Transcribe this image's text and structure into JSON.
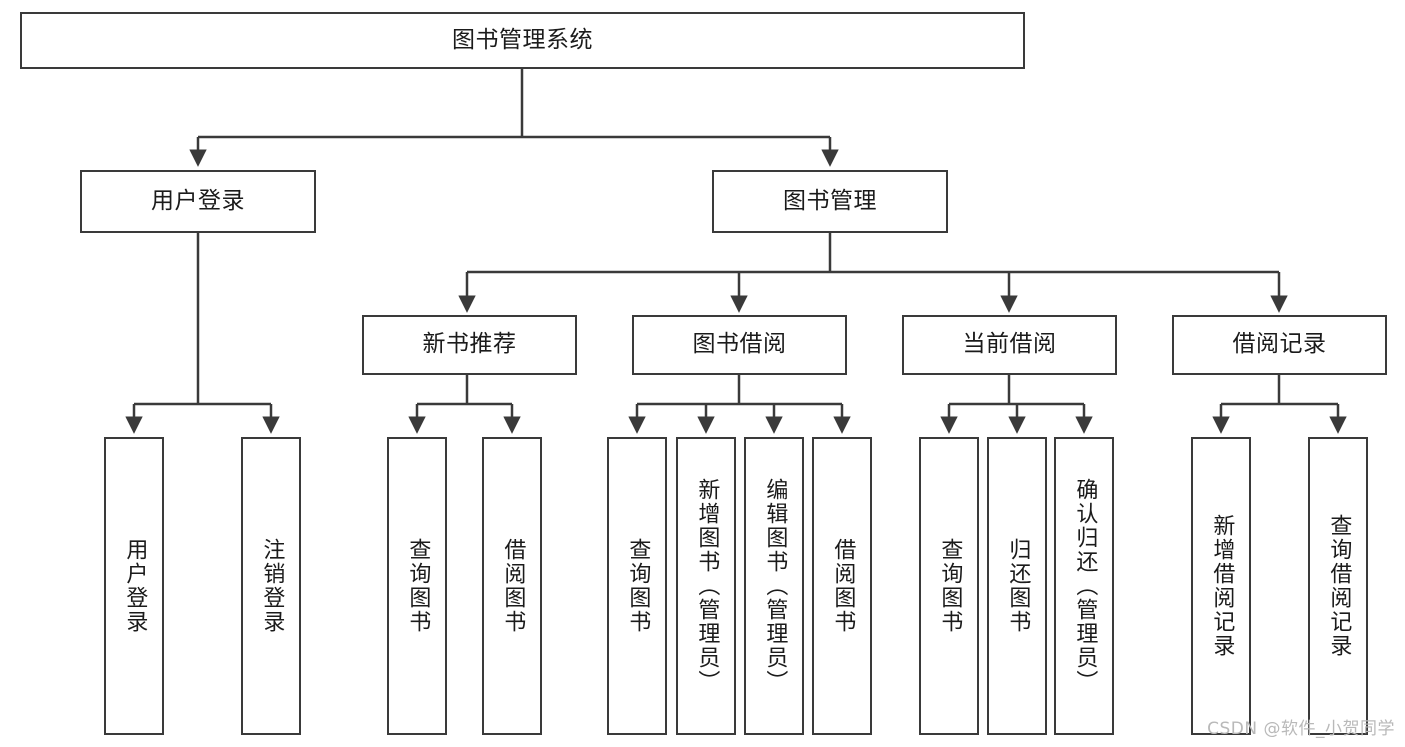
{
  "diagram": {
    "type": "tree",
    "title": "图书管理系统",
    "watermark": "CSDN @软件_小贺同学",
    "colors": {
      "stroke": "#3a3a3a",
      "fill": "#ffffff",
      "text": "#1b1b1b",
      "watermark": "#b9b9b9"
    },
    "nodes": {
      "root": {
        "label": "图书管理系统",
        "orientation": "horizontal"
      },
      "l2": [
        {
          "id": "user-login",
          "label": "用户登录",
          "orientation": "horizontal"
        },
        {
          "id": "book-manage",
          "label": "图书管理",
          "orientation": "horizontal"
        }
      ],
      "l3": [
        {
          "id": "new-book-recommend",
          "label": "新书推荐",
          "orientation": "horizontal"
        },
        {
          "id": "book-borrow",
          "label": "图书借阅",
          "orientation": "horizontal"
        },
        {
          "id": "current-borrow",
          "label": "当前借阅",
          "orientation": "horizontal"
        },
        {
          "id": "borrow-record",
          "label": "借阅记录",
          "orientation": "horizontal"
        }
      ],
      "leaves": {
        "user-login": [
          {
            "id": "leaf-user-login",
            "label": "用户登录",
            "orientation": "vertical"
          },
          {
            "id": "leaf-user-logout",
            "label": "注销登录",
            "orientation": "vertical"
          }
        ],
        "new-book-recommend": [
          {
            "id": "leaf-query-book-1",
            "label": "查询图书",
            "orientation": "vertical"
          },
          {
            "id": "leaf-borrow-book-1",
            "label": "借阅图书",
            "orientation": "vertical"
          }
        ],
        "book-borrow": [
          {
            "id": "leaf-query-book-2",
            "label": "查询图书",
            "orientation": "vertical"
          },
          {
            "id": "leaf-add-book",
            "label": "新增图书（管理员）",
            "orientation": "vertical"
          },
          {
            "id": "leaf-edit-book",
            "label": "编辑图书（管理员）",
            "orientation": "vertical"
          },
          {
            "id": "leaf-borrow-book-2",
            "label": "借阅图书",
            "orientation": "vertical"
          }
        ],
        "current-borrow": [
          {
            "id": "leaf-query-book-3",
            "label": "查询图书",
            "orientation": "vertical"
          },
          {
            "id": "leaf-return-book",
            "label": "归还图书",
            "orientation": "vertical"
          },
          {
            "id": "leaf-confirm-return",
            "label": "确认归还（管理员）",
            "orientation": "vertical"
          }
        ],
        "borrow-record": [
          {
            "id": "leaf-add-record",
            "label": "新增借阅记录",
            "orientation": "vertical"
          },
          {
            "id": "leaf-query-record",
            "label": "查询借阅记录",
            "orientation": "vertical"
          }
        ]
      }
    }
  }
}
